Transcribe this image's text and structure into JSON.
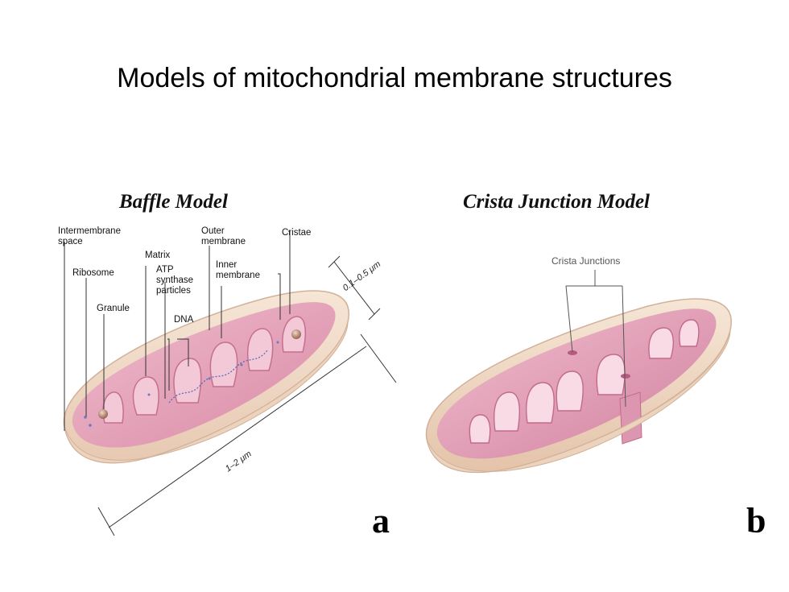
{
  "slide": {
    "title": "Models of mitochondrial membrane structures"
  },
  "panel_a": {
    "title": "Baffle  Model",
    "letter": "a",
    "labels": {
      "intermembrane_space_1": "Intermembrane",
      "intermembrane_space_2": "space",
      "ribosome": "Ribosome",
      "granule": "Granule",
      "matrix": "Matrix",
      "atp_1": "ATP",
      "atp_2": "synthase",
      "atp_3": "particles",
      "dna": "DNA",
      "outer_membrane_1": "Outer",
      "outer_membrane_2": "membrane",
      "inner_membrane_1": "Inner",
      "inner_membrane_2": "membrane",
      "cristae": "Cristae"
    },
    "dimensions": {
      "width": "0.1–0.5 μm",
      "length": "1–2 μm"
    }
  },
  "panel_b": {
    "title": "Crista Junction Model",
    "letter": "b",
    "labels": {
      "crista_junctions": "Crista Junctions"
    }
  },
  "colors": {
    "outer_shell": "#f1dcc8",
    "outer_shell_edge": "#d9b9a0",
    "inner_pink": "#e8a8bd",
    "inner_dark": "#c96f92",
    "crista_light": "#f7d7e1",
    "leader_line": "#333333"
  }
}
